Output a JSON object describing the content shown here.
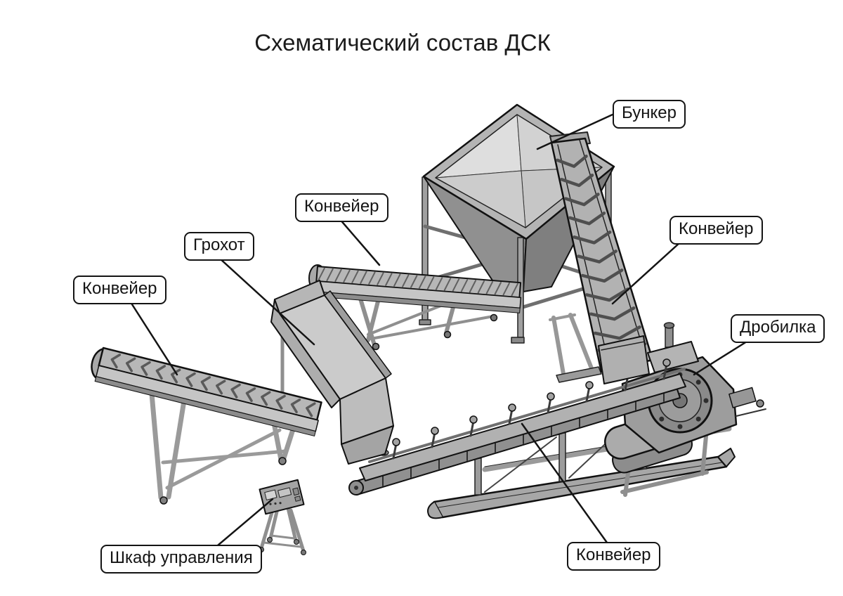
{
  "title": "Схематический состав ДСК",
  "labels": {
    "bunker": "Бункер",
    "conveyor_top": "Конвейер",
    "screen": "Грохот",
    "conveyor_left": "Конвейер",
    "conveyor_right": "Конвейер",
    "crusher": "Дробилка",
    "control_cabinet": "Шкаф управления",
    "conveyor_bottom": "Конвейер"
  },
  "colors": {
    "background": "#ffffff",
    "outline": "#141414",
    "machinery_gray": "#a8a8a8",
    "label_border": "#141414",
    "label_fill": "#ffffff"
  }
}
